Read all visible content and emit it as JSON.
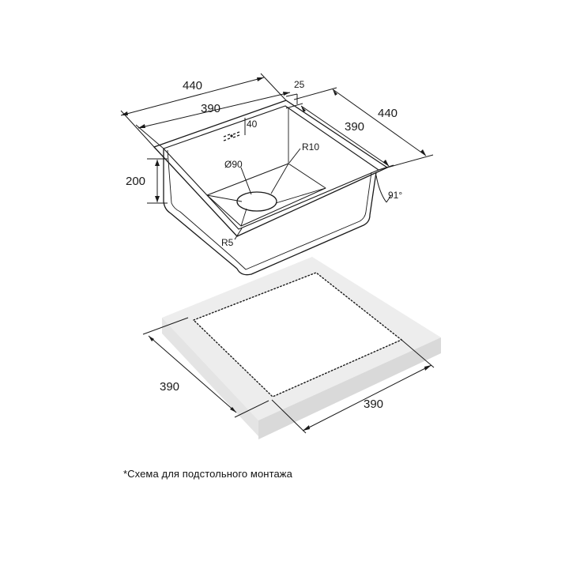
{
  "sink": {
    "outer_width": "440",
    "inner_width": "390",
    "rim": "25",
    "outer_depth": "440",
    "inner_depth": "390",
    "height": "200",
    "drain": "Ø90",
    "corner_radius_inner": "R10",
    "corner_radius_bottom": "R5",
    "overflow": "40",
    "angle": "91°"
  },
  "cutout": {
    "width_left": "390",
    "width_right": "390"
  },
  "caption": "*Схема для подстольного монтажа",
  "colors": {
    "line": "#1a1a1a",
    "countertop": "#ececec",
    "countertop_dark": "#dcdcdc"
  }
}
